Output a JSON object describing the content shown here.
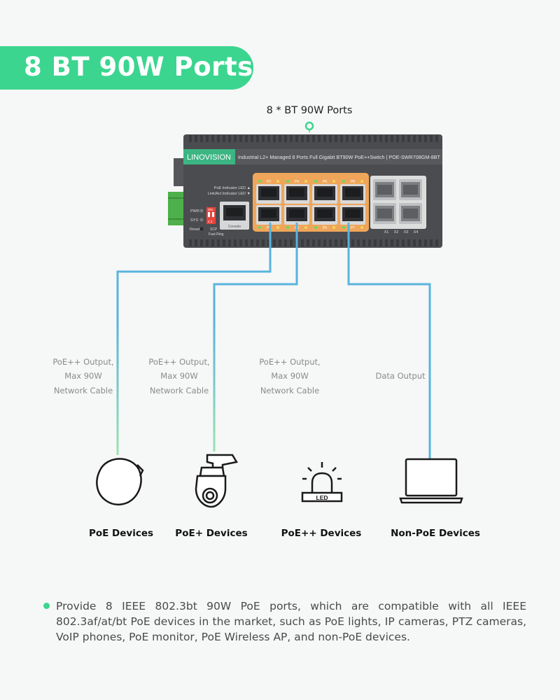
{
  "banner": {
    "title": "8 BT 90W Ports"
  },
  "switch": {
    "callout": "8 * BT 90W Ports",
    "brand": "LINOVISION",
    "model_line": "Industrial L2+ Managed 8 Ports Full Gigabit BT90W PoE++Switch | POE-SWR708GM-8BT",
    "poe_led_label": "PoE Indicator LED ▲",
    "link_led_label": "Link/Act Indicator LED ▼",
    "pwr_label": "PWR",
    "sys_label": "SYS",
    "reset_label": "Reset",
    "dip_on": "ON",
    "dip_nums": "1  2",
    "scp_label": "SCP",
    "fast_ring_label": "Fast Ring",
    "console_label": "Console",
    "port_labels": [
      "P1",
      "P2",
      "P3",
      "P4",
      "P5",
      "P6",
      "P7",
      "P8"
    ],
    "sfp_labels": [
      "X1",
      "X2",
      "X3",
      "X4"
    ]
  },
  "connections": [
    {
      "line1": "PoE++ Output,",
      "line2": "Max 90W",
      "line3": "Network Cable"
    },
    {
      "line1": "PoE++ Output,",
      "line2": "Max 90W",
      "line3": "Network Cable"
    },
    {
      "line1": "PoE++ Output,",
      "line2": "Max 90W",
      "line3": "Network Cable"
    },
    {
      "line1": "Data Output"
    }
  ],
  "devices": [
    {
      "label": "PoE Devices",
      "icon": "ap-icon"
    },
    {
      "label": "PoE+ Devices",
      "icon": "ptz-camera-icon"
    },
    {
      "label": "PoE++ Devices",
      "icon": "led-light-icon",
      "icon_text": "LED"
    },
    {
      "label": "Non-PoE Devices",
      "icon": "laptop-icon"
    }
  ],
  "footnote": "Provide 8 IEEE 802.3bt 90W PoE ports, which are compatible with all IEEE  802.3af/at/bt PoE devices in the market, such as PoE lights, IP cameras, PTZ cameras, VoIP phones, PoE monitor, PoE Wireless AP, and non-PoE devices.",
  "colors": {
    "accent_green": "#3bd58f",
    "cable_blue": "#5ab4de",
    "cable_green": "#8ce0a8",
    "switch_body": "#4b4c4f",
    "port_highlight": "#f0a65a"
  }
}
